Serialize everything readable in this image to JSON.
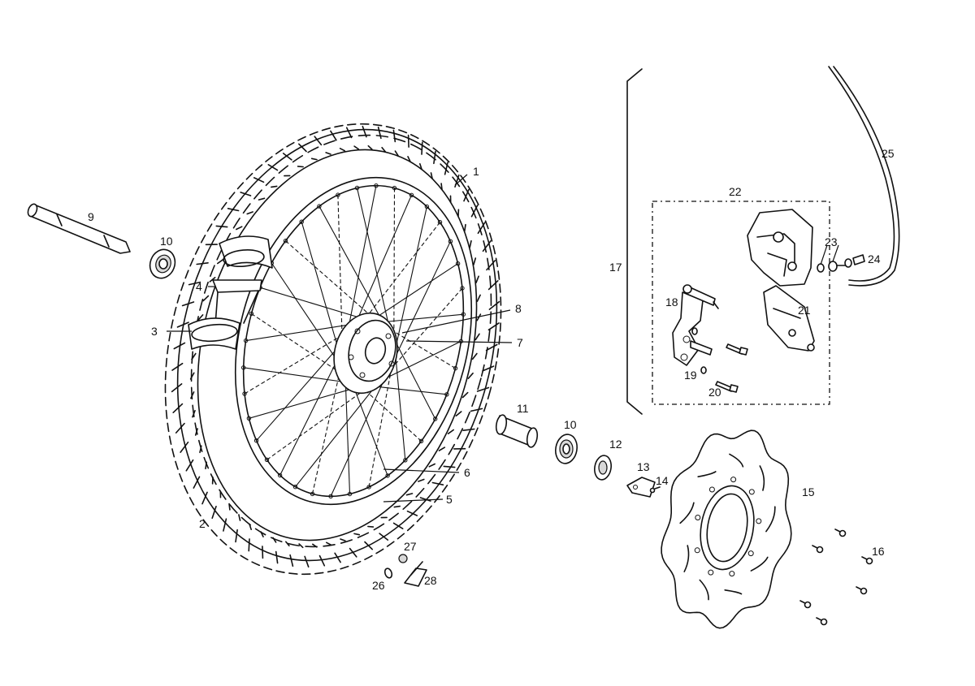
{
  "callouts": {
    "c1": "1",
    "c2": "2",
    "c3": "3",
    "c4": "4",
    "c5": "5",
    "c6": "6",
    "c7": "7",
    "c8": "8",
    "c9": "9",
    "c10a": "10",
    "c10b": "10",
    "c11": "11",
    "c12": "12",
    "c13": "13",
    "c14": "14",
    "c15": "15",
    "c16": "16",
    "c17": "17",
    "c18": "18",
    "c19": "19",
    "c20": "20",
    "c21": "21",
    "c22": "22",
    "c23": "23",
    "c24": "24",
    "c25": "25",
    "c26": "26",
    "c27": "27",
    "c28": "28"
  }
}
